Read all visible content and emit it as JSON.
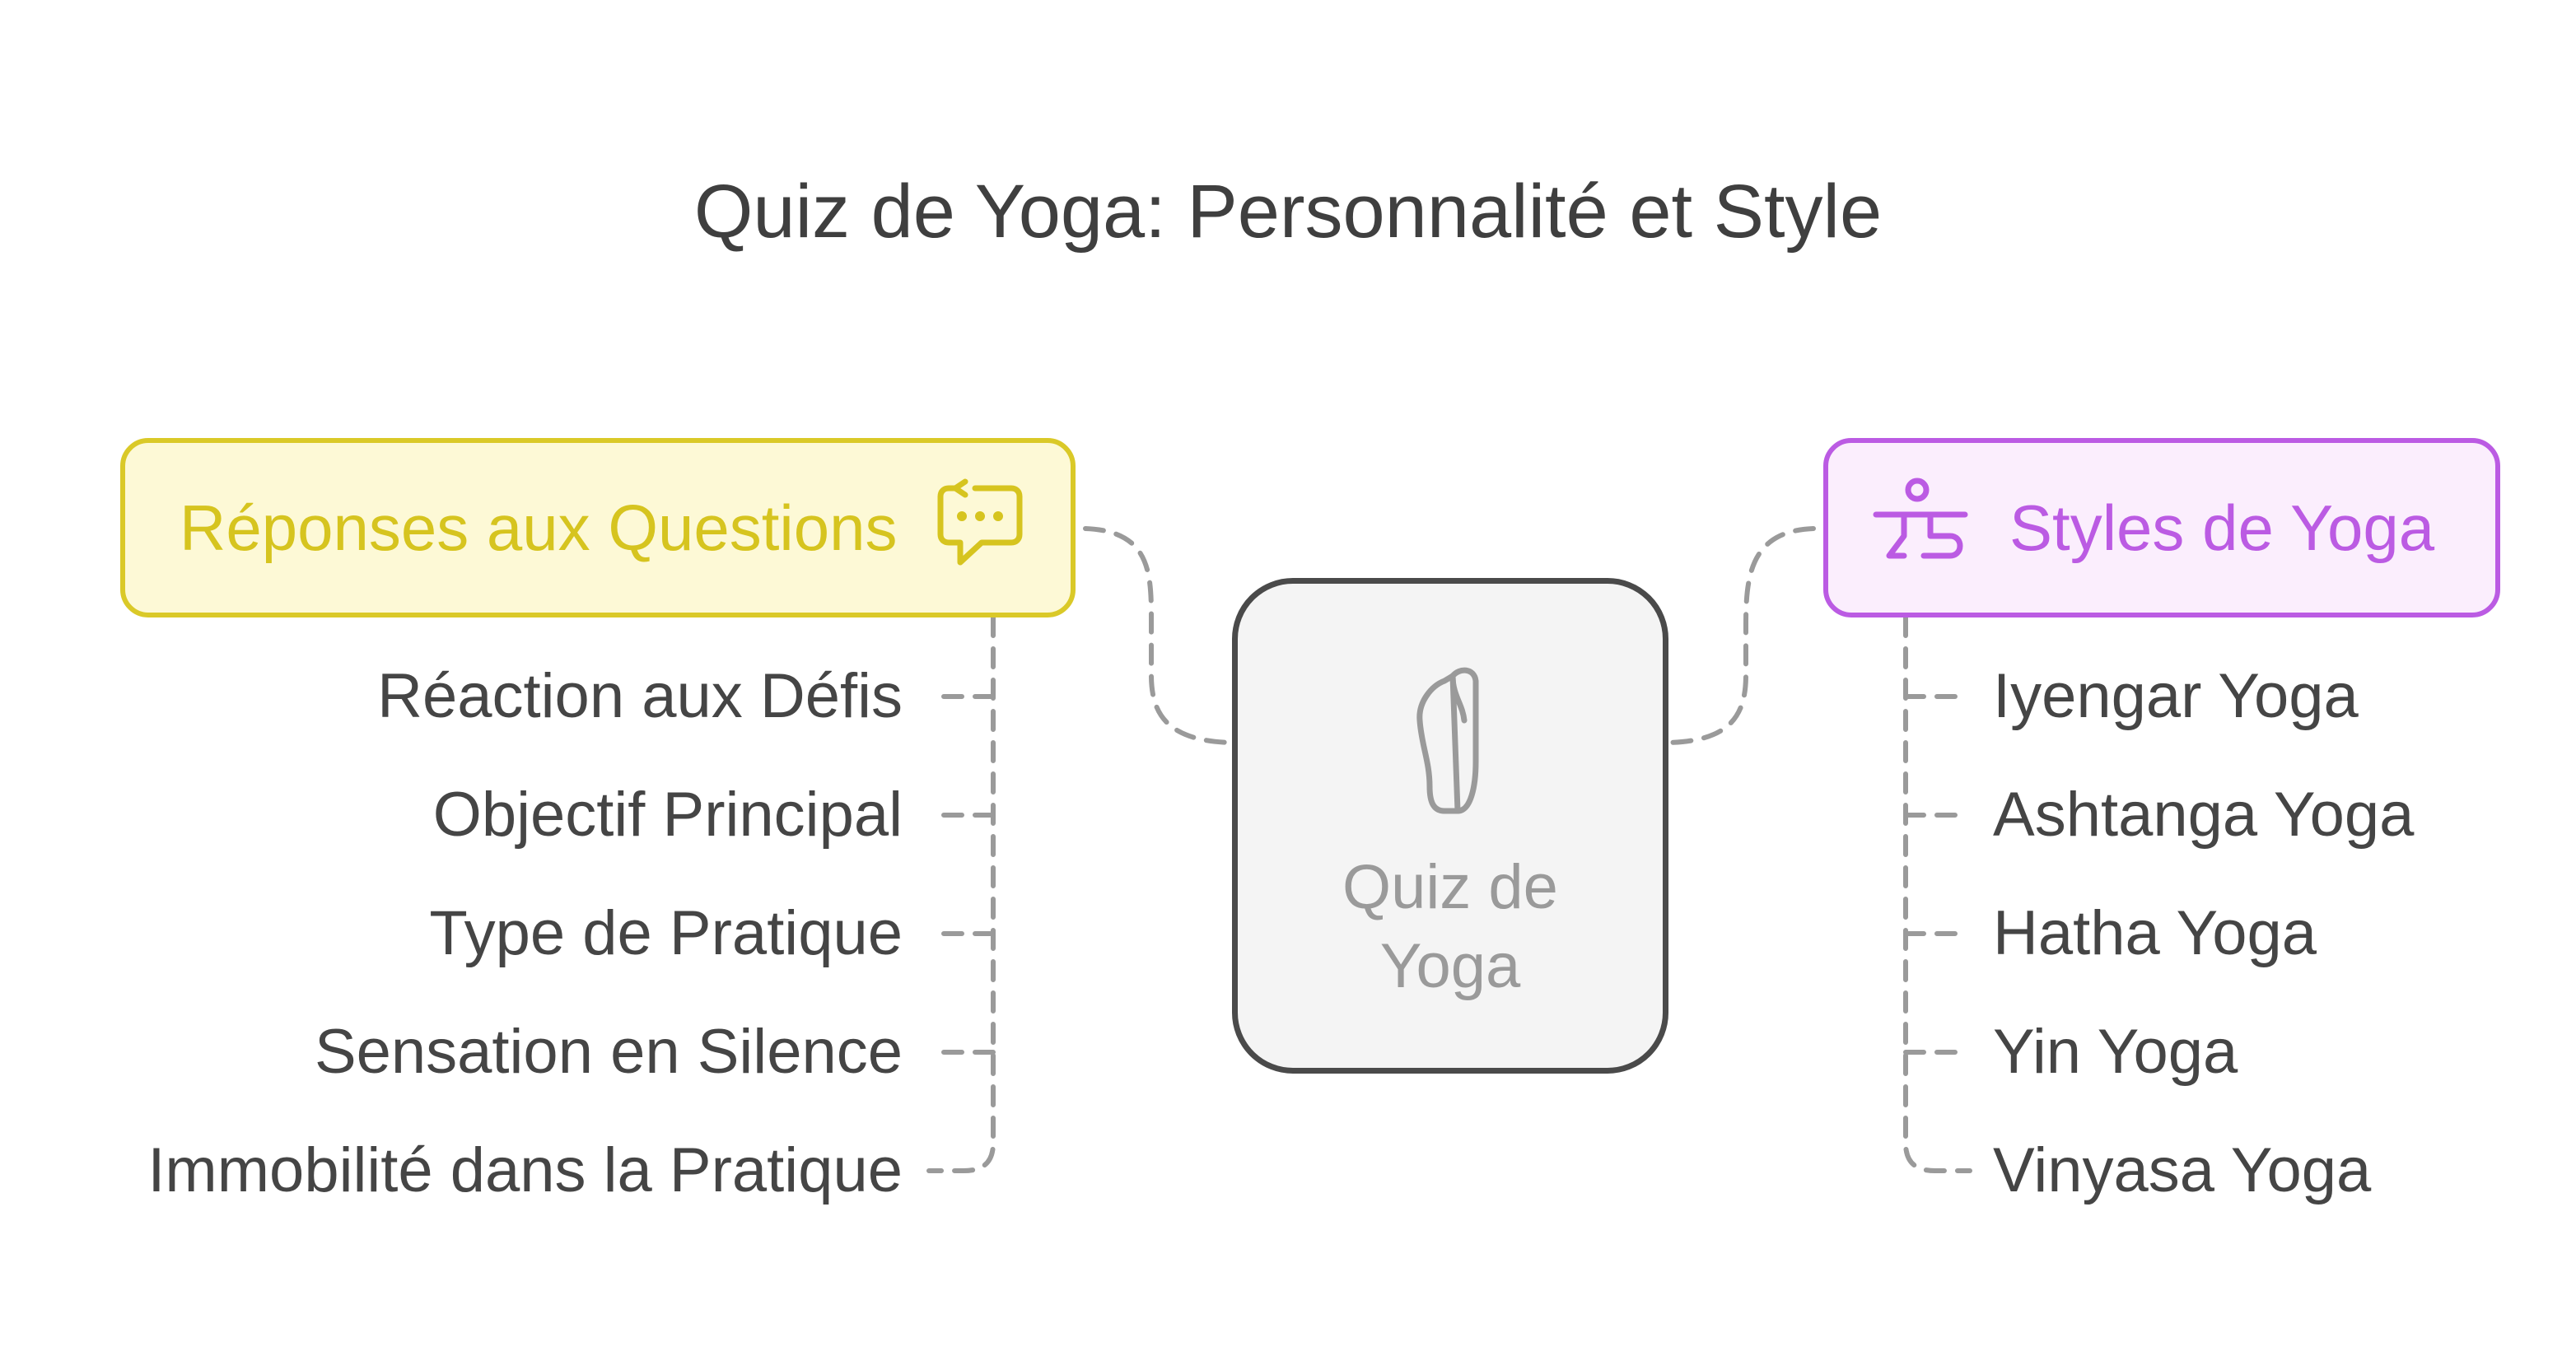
{
  "title": "Quiz de Yoga: Personnalité et Style",
  "center": {
    "label": "Quiz de Yoga",
    "icon": "yoga-hand-icon",
    "border_color": "#4a4a4a",
    "fill_color": "#f4f4f4"
  },
  "left_branch": {
    "label": "Réponses aux Questions",
    "icon": "chat-bubble-icon",
    "color": "#d6c41f",
    "fill_color": "#fdf9d6",
    "items": [
      "Réaction aux Défis",
      "Objectif Principal",
      "Type de Pratique",
      "Sensation en Silence",
      "Immobilité dans la Pratique"
    ]
  },
  "right_branch": {
    "label": "Styles de Yoga",
    "icon": "yoga-pose-icon",
    "color": "#bb5be3",
    "fill_color": "#fbeefd",
    "items": [
      "Iyengar Yoga",
      "Ashtanga Yoga",
      "Hatha Yoga",
      "Yin Yoga",
      "Vinyasa Yoga"
    ]
  },
  "connector_color": "#9a9a9a"
}
